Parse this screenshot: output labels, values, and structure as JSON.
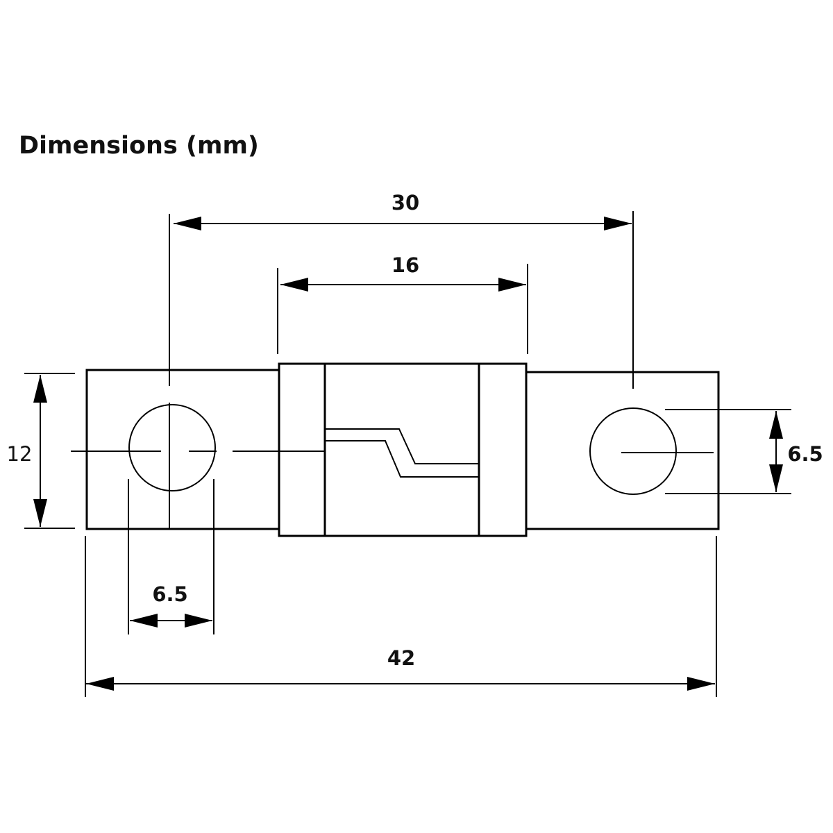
{
  "title": "Dimensions (mm)",
  "dimensions": {
    "stud_spacing": "30",
    "body_length": "16",
    "overall_length": "42",
    "tab_width": "12",
    "hole_diameter_left": "6.5",
    "hole_diameter_right": "6.5"
  },
  "colors": {
    "line": "#000000",
    "background": "#ffffff"
  }
}
